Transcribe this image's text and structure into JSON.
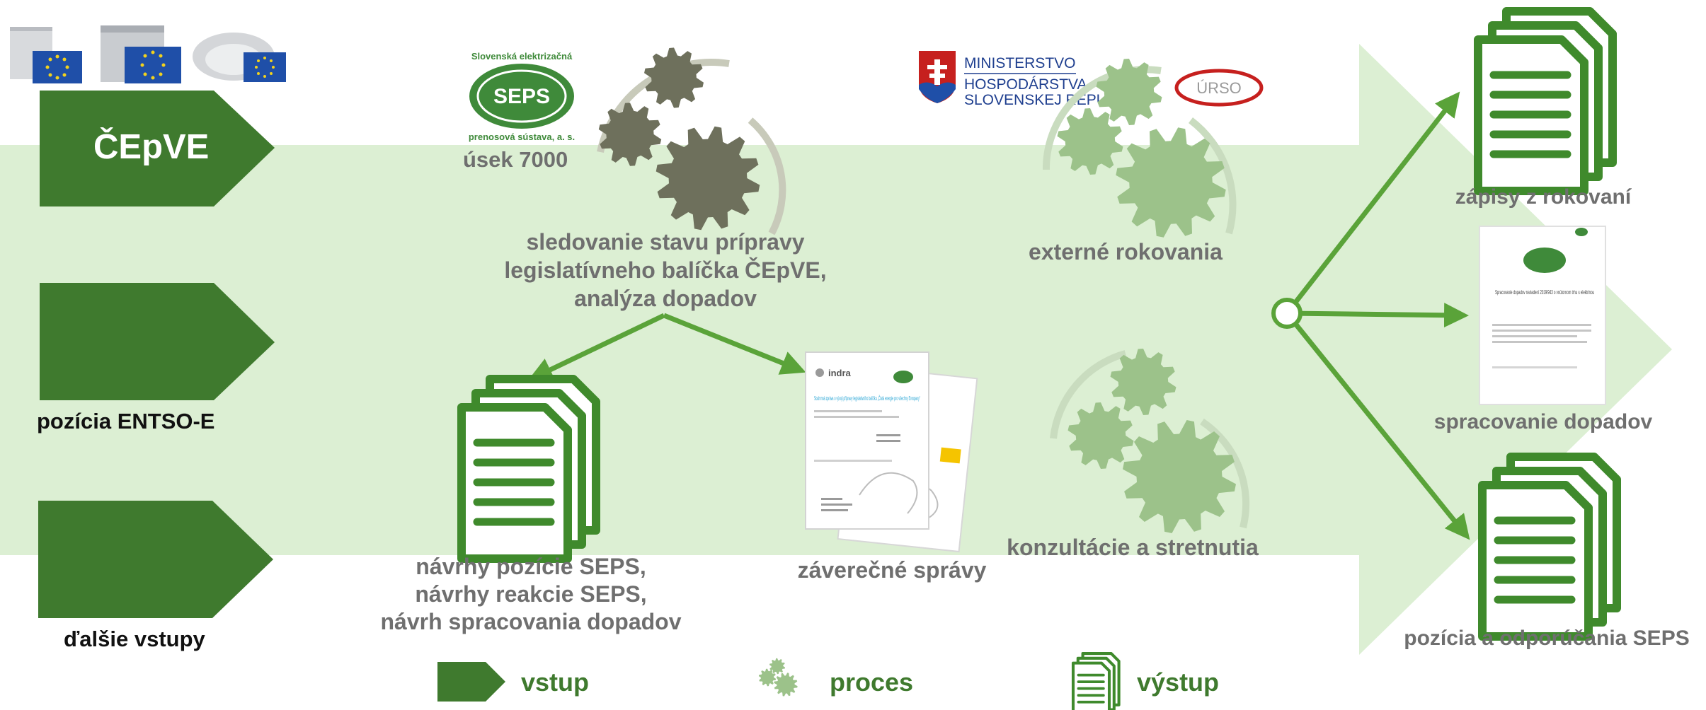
{
  "colors": {
    "dark_green": "#3f7a2e",
    "arrow_green": "#5aa339",
    "light_green": "#dcefd3",
    "gear_olive": "#6e705c",
    "gear_light": "#9cc28a",
    "text_gray": "#6f6f6f",
    "legend_green": "#3f7a2e"
  },
  "inputs": {
    "main_label": "ČEpVE",
    "entso_label": "pozícia ENTSO-E",
    "other_label": "ďalšie vstupy"
  },
  "seps_logo": {
    "top_text": "Slovenská elektrizačná",
    "bottom_text": "prenosová sústava, a. s.",
    "mark": "SEPS"
  },
  "process": {
    "dept": "úsek 7000",
    "monitoring": [
      "sledovanie stavu prípravy",
      "legislatívneho balíčka ČEpVE,",
      "analýza dopadov"
    ],
    "external": "externé rokovania",
    "consultations": "konzultácie a stretnutia"
  },
  "ministry": {
    "line1": "MINISTERSTVO",
    "line2": "HOSPODÁRSTVA",
    "line3": "SLOVENSKEJ REPUBLIKY",
    "urso": "ÚRSO"
  },
  "documents": {
    "proposals": [
      "návrhy pozície SEPS,",
      "návrhy reakcie SEPS,",
      "návrh spracovania dopadov"
    ],
    "reports": "záverečné správy",
    "report_brand": "indra",
    "report_title": "Souhrnná zpráva o vývoji přípravy legislativního balíčku „Čistá energie pro všechny Evropany“"
  },
  "outputs": {
    "minutes": "zápisy z rokovaní",
    "impacts": "spracovanie dopadov",
    "impacts_doc_title": "Spracovanie dopadov nariadení 2019/943 o vnútornom trhu s elektrinou",
    "position": "pozícia a odporúčania SEPS"
  },
  "legend": {
    "input": "vstup",
    "process": "proces",
    "output": "výstup"
  },
  "icons": {
    "eu_flag": "eu-flag-icon",
    "gears": "gears-icon",
    "documents": "document-stack-icon",
    "hub": "hub-circle-icon"
  }
}
